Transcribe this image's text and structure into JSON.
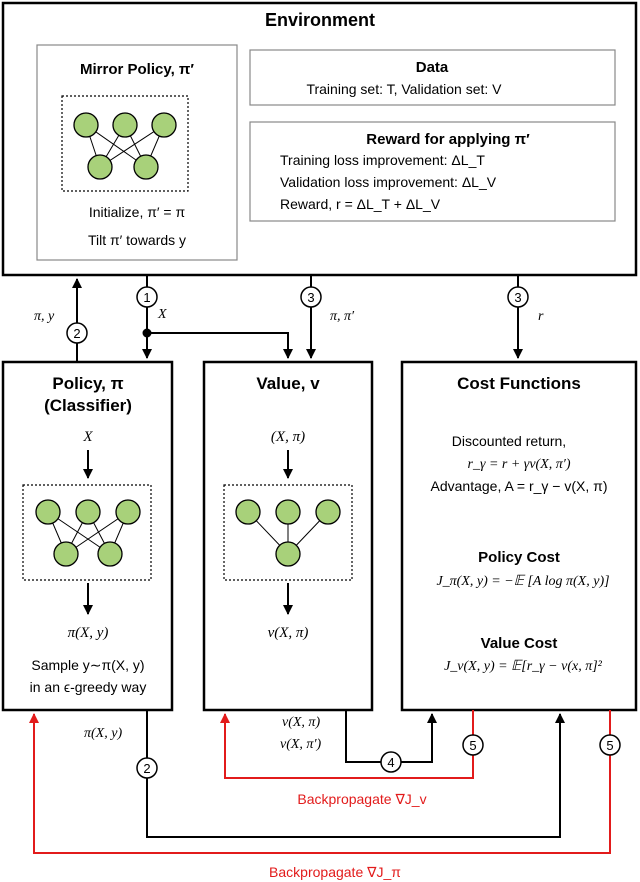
{
  "environment": {
    "title": "Environment",
    "mirror_policy": {
      "title": "Mirror Policy, π′",
      "initialize": "Initialize, π′ = π",
      "tilt": "Tilt π′ towards y"
    },
    "data": {
      "title": "Data",
      "line": "Training set: T, Validation set: V"
    },
    "reward": {
      "title": "Reward for applying π′",
      "lines": [
        "Training loss improvement: ΔL_T",
        "Validation loss improvement: ΔL_V",
        "Reward, r = ΔL_T + ΔL_V"
      ]
    }
  },
  "policy": {
    "title_1": "Policy, π",
    "title_2": "(Classifier)",
    "input": "X",
    "output": "π(X, y)",
    "sample_1": "Sample y∼π(X, y)",
    "sample_2": "in an ϵ-greedy way"
  },
  "value": {
    "title": "Value, v",
    "input": "(X, π)",
    "output": "v(X, π)"
  },
  "cost": {
    "title": "Cost Functions",
    "discounted_label": "Discounted return,",
    "discounted_eq": "r_γ = r + γv(X, π′)",
    "advantage": "Advantage, A = r_γ − v(X, π)",
    "policy_cost_title": "Policy Cost",
    "policy_cost_eq": "J_π(X, y) = −𝔼 [A log π(X, y)]",
    "value_cost_title": "Value Cost",
    "value_cost_eq": "J_v(X, y) = 𝔼[r_γ − v(x, π]²"
  },
  "flows": {
    "pi_y": "π, y",
    "x": "X",
    "pi_pi_prime": "π, π′",
    "r": "r",
    "policy_out": "π(X, y)",
    "value_out_1": "v(X, π)",
    "value_out_2": "v(X, π′)",
    "backprop_v": "Backpropagate ∇J_v",
    "backprop_pi": "Backpropagate ∇J_π"
  },
  "steps": [
    "1",
    "2",
    "3",
    "3",
    "2",
    "4",
    "5",
    "5"
  ],
  "colors": {
    "node_fill": "#a8d17a",
    "arrow_red": "#e21b1b",
    "line": "#000000"
  }
}
